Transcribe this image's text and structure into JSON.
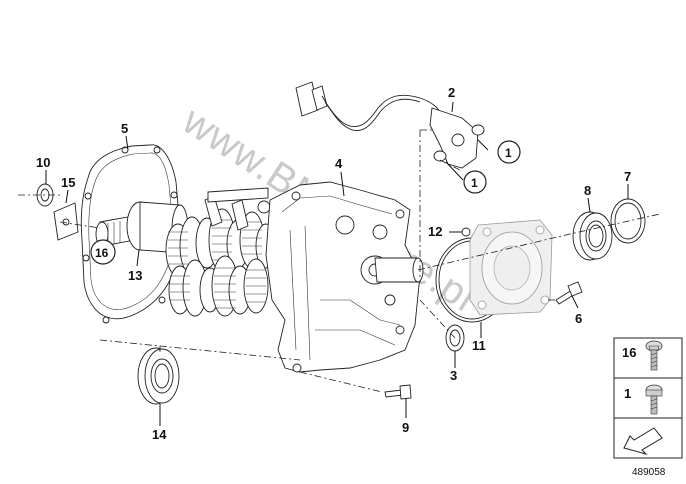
{
  "watermark": "www.BMWstore.pl",
  "parts": [
    {
      "id": "p2",
      "label": "2"
    },
    {
      "id": "p4",
      "label": "4"
    },
    {
      "id": "p5",
      "label": "5"
    },
    {
      "id": "p7",
      "label": "7"
    },
    {
      "id": "p8",
      "label": "8"
    },
    {
      "id": "p10",
      "label": "10"
    },
    {
      "id": "p15",
      "label": "15"
    },
    {
      "id": "p16",
      "label": "16"
    },
    {
      "id": "p13",
      "label": "13"
    },
    {
      "id": "p12",
      "label": "12"
    },
    {
      "id": "p11",
      "label": "11"
    },
    {
      "id": "p3",
      "label": "3"
    },
    {
      "id": "p6",
      "label": "6"
    },
    {
      "id": "p14",
      "label": "14"
    },
    {
      "id": "p9",
      "label": "9"
    }
  ],
  "callout_circle_label": "1",
  "legend": {
    "items": [
      {
        "label": "16",
        "icon": "torx-screw-icon"
      },
      {
        "label": "1",
        "icon": "hex-screw-icon"
      }
    ],
    "arrow_icon": "exchange-arrow-icon",
    "doc_id": "489058"
  }
}
